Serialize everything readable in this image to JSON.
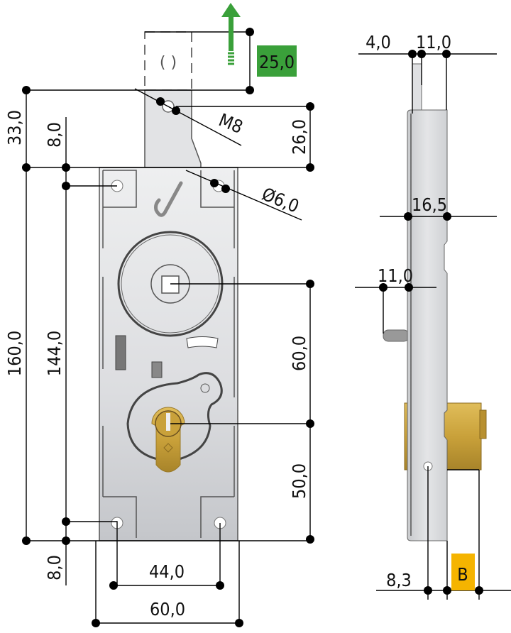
{
  "drawing": {
    "front_view": {
      "labels": {
        "bolt_throw": "25,0",
        "thread": "M8",
        "bolt_hole_offset": "26,0",
        "hole_diameter": "Ø6,0",
        "top_overall": "33,0",
        "top_offset": "8,0",
        "total_height": "160,0",
        "hole_spacing_vertical": "144,0",
        "spindle_to_cylinder": "60,0",
        "cylinder_to_bottom": "50,0",
        "bottom_offset": "8,0",
        "hole_spacing_horizontal": "44,0",
        "width": "60,0"
      },
      "bolt_throw_color": "#3aa03a",
      "arrow_icon": "arrow-up-icon"
    },
    "side_view": {
      "labels": {
        "bolt_thickness": "4,0",
        "bolt_depth": "11,0",
        "case_depth": "16,5",
        "latch_projection": "11,0",
        "backset": "8,3",
        "cylinder_variable": "B"
      },
      "cylinder_variable_color": "#f5b400",
      "brass_color": "#c9a13a"
    }
  }
}
